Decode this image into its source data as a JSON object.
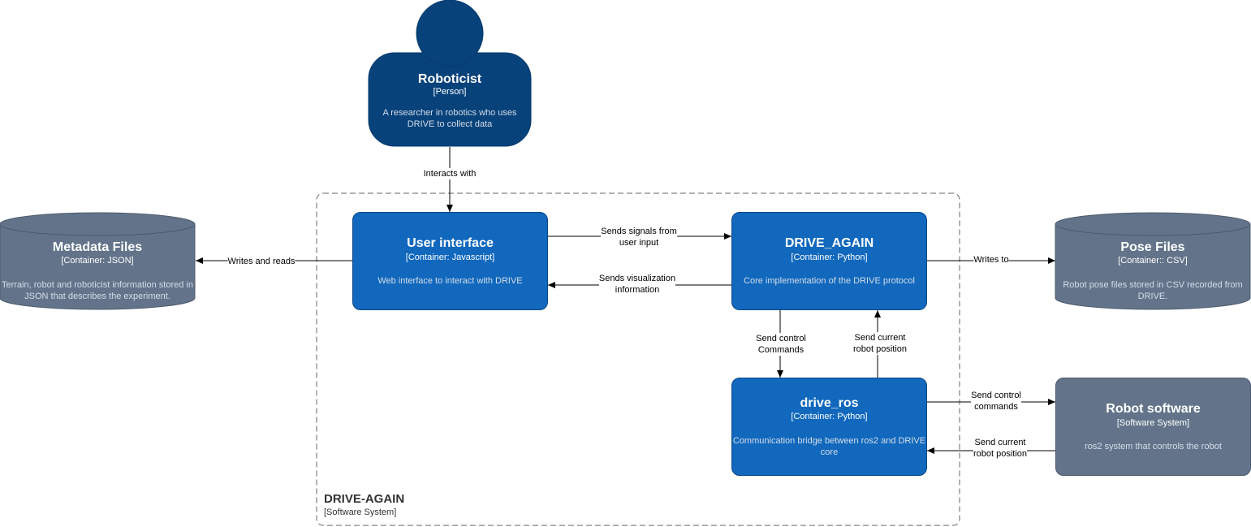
{
  "colors": {
    "person": "#08427b",
    "container": "#1168bd",
    "external": "#63748a",
    "boundary": "#666666",
    "edge": "#000000"
  },
  "person": {
    "title": "Roboticist",
    "type": "[Person]",
    "desc_line1": "A researcher in robotics who uses",
    "desc_line2": "DRIVE to collect data"
  },
  "boundary": {
    "name": "DRIVE-AGAIN",
    "type": "[Software System]"
  },
  "nodes": {
    "user_interface": {
      "title": "User interface",
      "type": "[Container: Javascript]",
      "desc_line1": "Web interface to interact with DRIVE",
      "desc_line2": ""
    },
    "drive_again": {
      "title": "DRIVE_AGAIN",
      "type": "[Container: Python]",
      "desc_line1": "Core implementation of the DRIVE protocol",
      "desc_line2": ""
    },
    "drive_ros": {
      "title": "drive_ros",
      "type": "[Container: Python]",
      "desc_line1": "Communication bridge between ros2 and DRIVE",
      "desc_line2": "core"
    },
    "metadata_files": {
      "title": "Metadata Files",
      "type": "[Container: JSON]",
      "desc_line1": "Terrain, robot and roboticist information stored in",
      "desc_line2": "JSON that describes the experiment."
    },
    "pose_files": {
      "title": "Pose Files",
      "type": "[Container:: CSV]",
      "desc_line1": "Robot pose files stored in CSV recorded from",
      "desc_line2": "DRIVE."
    },
    "robot_software": {
      "title": "Robot software",
      "type": "[Software System]",
      "desc_line1": "ros2 system that controls the robot",
      "desc_line2": ""
    }
  },
  "edges": {
    "interacts_with": {
      "line1": "Interacts with",
      "line2": ""
    },
    "writes_and_reads": {
      "line1": "Writes and reads",
      "line2": ""
    },
    "sends_signals": {
      "line1": "Sends signals from",
      "line2": "user input"
    },
    "sends_visualization": {
      "line1": "Sends visualization",
      "line2": "information"
    },
    "writes_to": {
      "line1": "Writes to",
      "line2": ""
    },
    "send_control_commands_down": {
      "line1": "Send control",
      "line2": "Commands"
    },
    "send_current_position_up": {
      "line1": "Send current",
      "line2": "robot position"
    },
    "send_control_commands_right": {
      "line1": "Send control",
      "line2": "commands"
    },
    "send_current_position_left": {
      "line1": "Send current",
      "line2": "robot position"
    }
  }
}
